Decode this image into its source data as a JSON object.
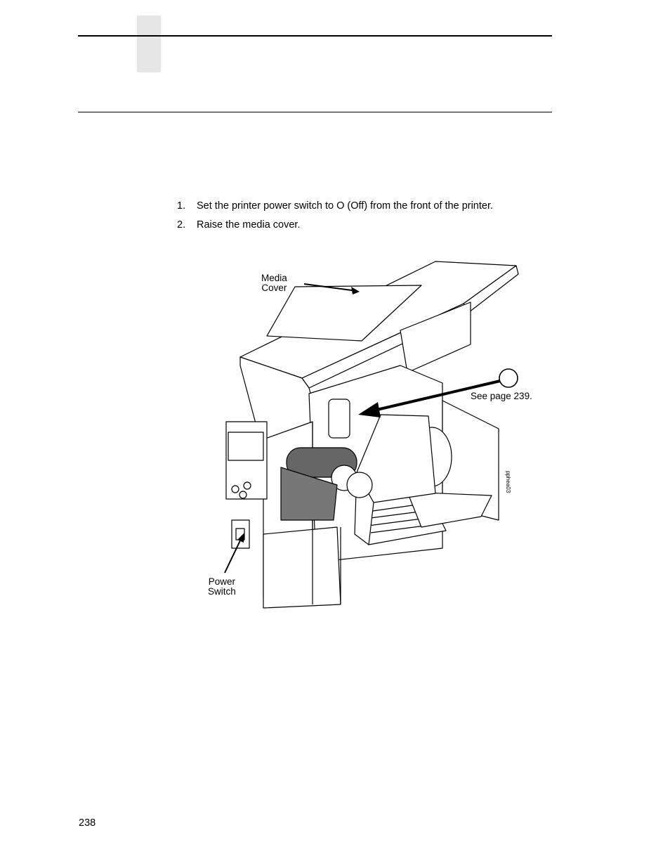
{
  "steps": [
    {
      "number": "1.",
      "text": "Set the printer power switch to O (Off) from the front of the printer."
    },
    {
      "number": "2.",
      "text": "Raise the media cover."
    }
  ],
  "figure": {
    "label_media_cover_line1": "Media",
    "label_media_cover_line2": "Cover",
    "label_see_page": "See page 239.",
    "label_power_line1": "Power",
    "label_power_line2": "Switch",
    "figure_code": "pphea03"
  },
  "footer": {
    "page_number": "238"
  }
}
